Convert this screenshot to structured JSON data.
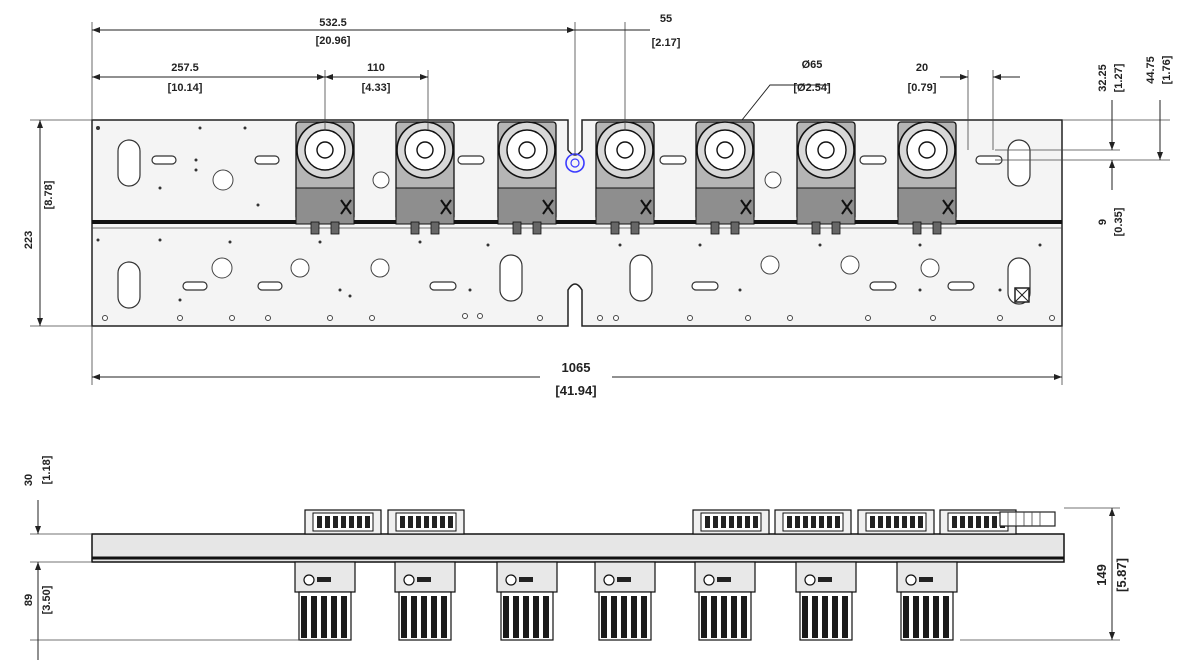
{
  "dimensions": {
    "center_offset": {
      "mm": "532.5",
      "in": "[20.96]"
    },
    "first_sensor": {
      "mm": "257.5",
      "in": "[10.14]"
    },
    "pitch": {
      "mm": "110",
      "in": "[4.33]"
    },
    "center_gap": {
      "mm": "55",
      "in": "[2.17]"
    },
    "sensor_diameter": {
      "mm": "Ø65",
      "in": "[Ø2.54]"
    },
    "slot_width": {
      "mm": "20",
      "in": "[0.79]"
    },
    "top_offset_a": {
      "mm": "32.25",
      "in": "[1.27]"
    },
    "top_offset_b": {
      "mm": "44.75",
      "in": "[1.76]"
    },
    "plate_height": {
      "mm": "223",
      "in": "[8.78]"
    },
    "slot_height": {
      "mm": "9",
      "in": "[0.35]"
    },
    "overall_width": {
      "mm": "1065",
      "in": "[41.94]"
    },
    "connector_height": {
      "mm": "30",
      "in": "[1.18]"
    },
    "sensor_depth": {
      "mm": "89",
      "in": "[3.50]"
    },
    "total_depth": {
      "mm": "149",
      "in": "[5.87]"
    }
  },
  "front_view": {
    "sensor_count": 7,
    "center_marker": "center-marker-icon"
  },
  "side_view": {
    "connector_count": 6,
    "sensor_count": 7
  },
  "colors": {
    "line": "#222222",
    "sensor_body": "#9a9a9a",
    "marker": "#3b3bff"
  }
}
